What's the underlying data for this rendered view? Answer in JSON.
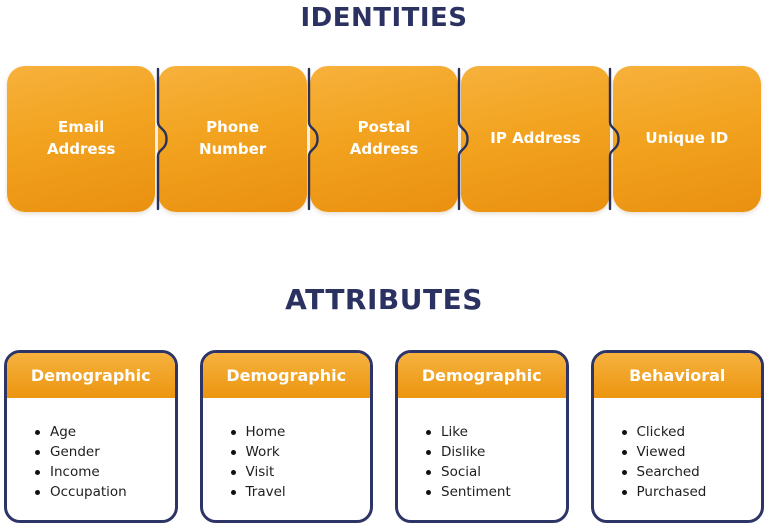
{
  "identities": {
    "title": "IDENTITIES",
    "pieces": [
      "Email\nAddress",
      "Phone\nNumber",
      "Postal\nAddress",
      "IP Address",
      "Unique ID"
    ]
  },
  "attributes": {
    "title": "ATTRIBUTES",
    "cards": [
      {
        "title": "Demographic",
        "items": [
          "Age",
          "Gender",
          "Income",
          "Occupation"
        ]
      },
      {
        "title": "Demographic",
        "items": [
          "Home",
          "Work",
          "Visit",
          "Travel"
        ]
      },
      {
        "title": "Demographic",
        "items": [
          "Like",
          "Dislike",
          "Social",
          "Sentiment"
        ]
      },
      {
        "title": "Behavioral",
        "items": [
          "Clicked",
          "Viewed",
          "Searched",
          "Purchased"
        ]
      }
    ]
  },
  "colors": {
    "navy": "#2B3262",
    "orange_top": "#F7B13C",
    "orange_bottom": "#EA9010",
    "list_text": "#1E1E1E",
    "label_text": "#FFFFFF"
  }
}
